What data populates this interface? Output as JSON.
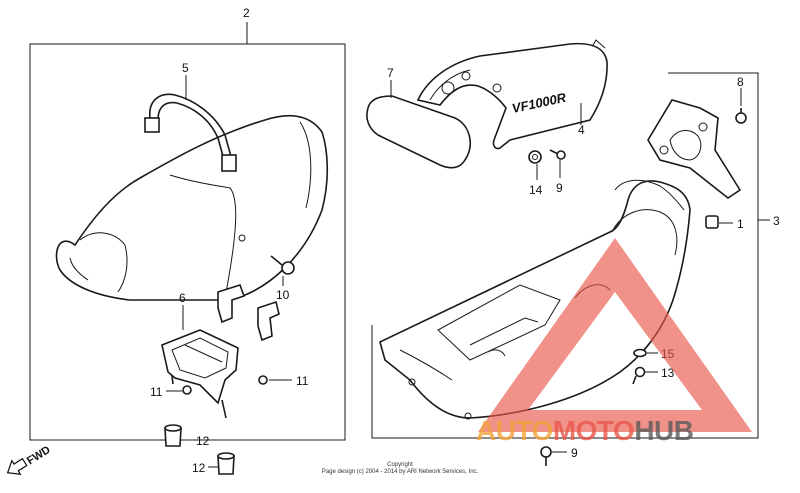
{
  "callouts": {
    "c1": "1",
    "c2": "2",
    "c3": "3",
    "c4": "4",
    "c5": "5",
    "c6": "6",
    "c7": "7",
    "c8": "8",
    "c9a": "9",
    "c9b": "9",
    "c10": "10",
    "c11a": "11",
    "c11b": "11",
    "c12a": "12",
    "c12b": "12",
    "c13": "13",
    "c14": "14",
    "c15": "15"
  },
  "tail_logo": "VF1000R",
  "direction_label": "FWD",
  "copyright": {
    "line1": "Copyright",
    "line2": "Page design (c) 2004 - 2014 by ARI Network Services, Inc."
  },
  "watermark": {
    "part1": "AUTO",
    "part2": "MOTO",
    "part3": "HUB",
    "colors": {
      "auto": "#f2a33a",
      "moto": "#e8584a",
      "hub": "#5a5a5a",
      "triangle": "#e8584a"
    }
  }
}
